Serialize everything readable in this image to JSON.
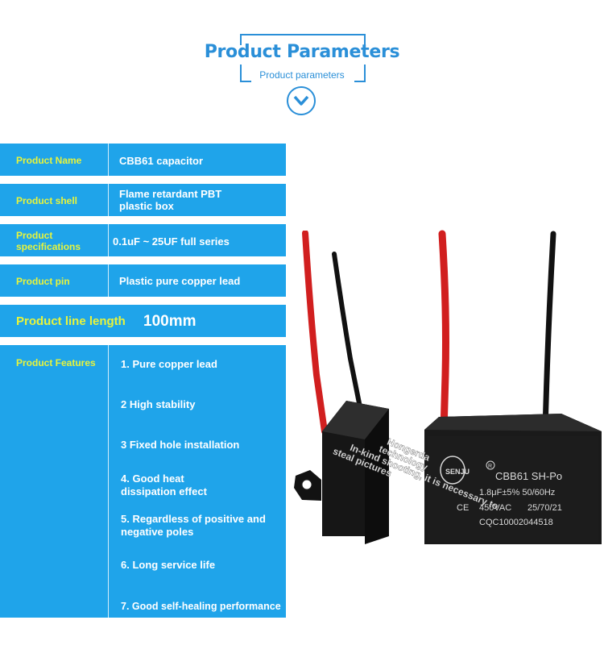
{
  "header": {
    "title": "Product Parameters",
    "subtitle": "Product parameters"
  },
  "rows": [
    {
      "label": "Product Name",
      "value": "CBB61 capacitor"
    },
    {
      "label": "Product shell",
      "value": "Flame retardant PBT plastic box"
    },
    {
      "label": "Product specifications",
      "value": "0.1uF ~ 25UF full series"
    },
    {
      "label": "Product pin",
      "value": "Plastic pure copper lead"
    },
    {
      "label": "Product line length",
      "value": "100mm"
    }
  ],
  "features": {
    "label": "Product Features",
    "items": [
      "1. Pure copper lead",
      "2 High stability",
      "3 Fixed hole installation",
      "4. Good heat dissipation effect",
      "5. Regardless of positive and negative poles",
      "6. Long service life",
      "7. Good self-healing performance"
    ]
  },
  "capacitor": {
    "brand": "SENJU",
    "model": "CBB61 SH-Po",
    "spec": "1.8μF±5% 50/60Hz",
    "voltage": "450VAC",
    "class": "25/70/21",
    "code": "CQC10002044518",
    "watermark": "Hongerda technology In-kind shooting, it is necessary to steal pictures"
  },
  "colors": {
    "accent": "#2a8fd8",
    "row_bg": "#1fa4ea",
    "label": "#e8f43b"
  }
}
